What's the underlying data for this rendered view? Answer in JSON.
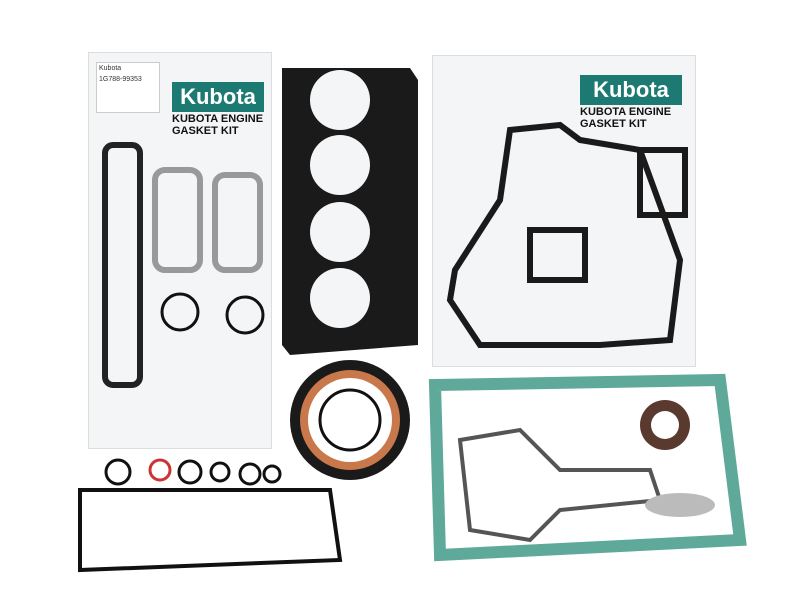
{
  "left_pack": {
    "brand": "Kubota",
    "title_line1": "KUBOTA ENGINE",
    "title_line2": "GASKET KIT",
    "sticker_brand": "Kubota",
    "part_number": "1G788-99353"
  },
  "right_pack": {
    "brand": "Kubota",
    "title_line1": "KUBOTA ENGINE",
    "title_line2": "GASKET KIT"
  },
  "colors": {
    "brand": "#1c7a73",
    "gasket_black": "#1a1a1a",
    "pan_gasket": "#5fa99a",
    "copper": "#c8784a"
  }
}
